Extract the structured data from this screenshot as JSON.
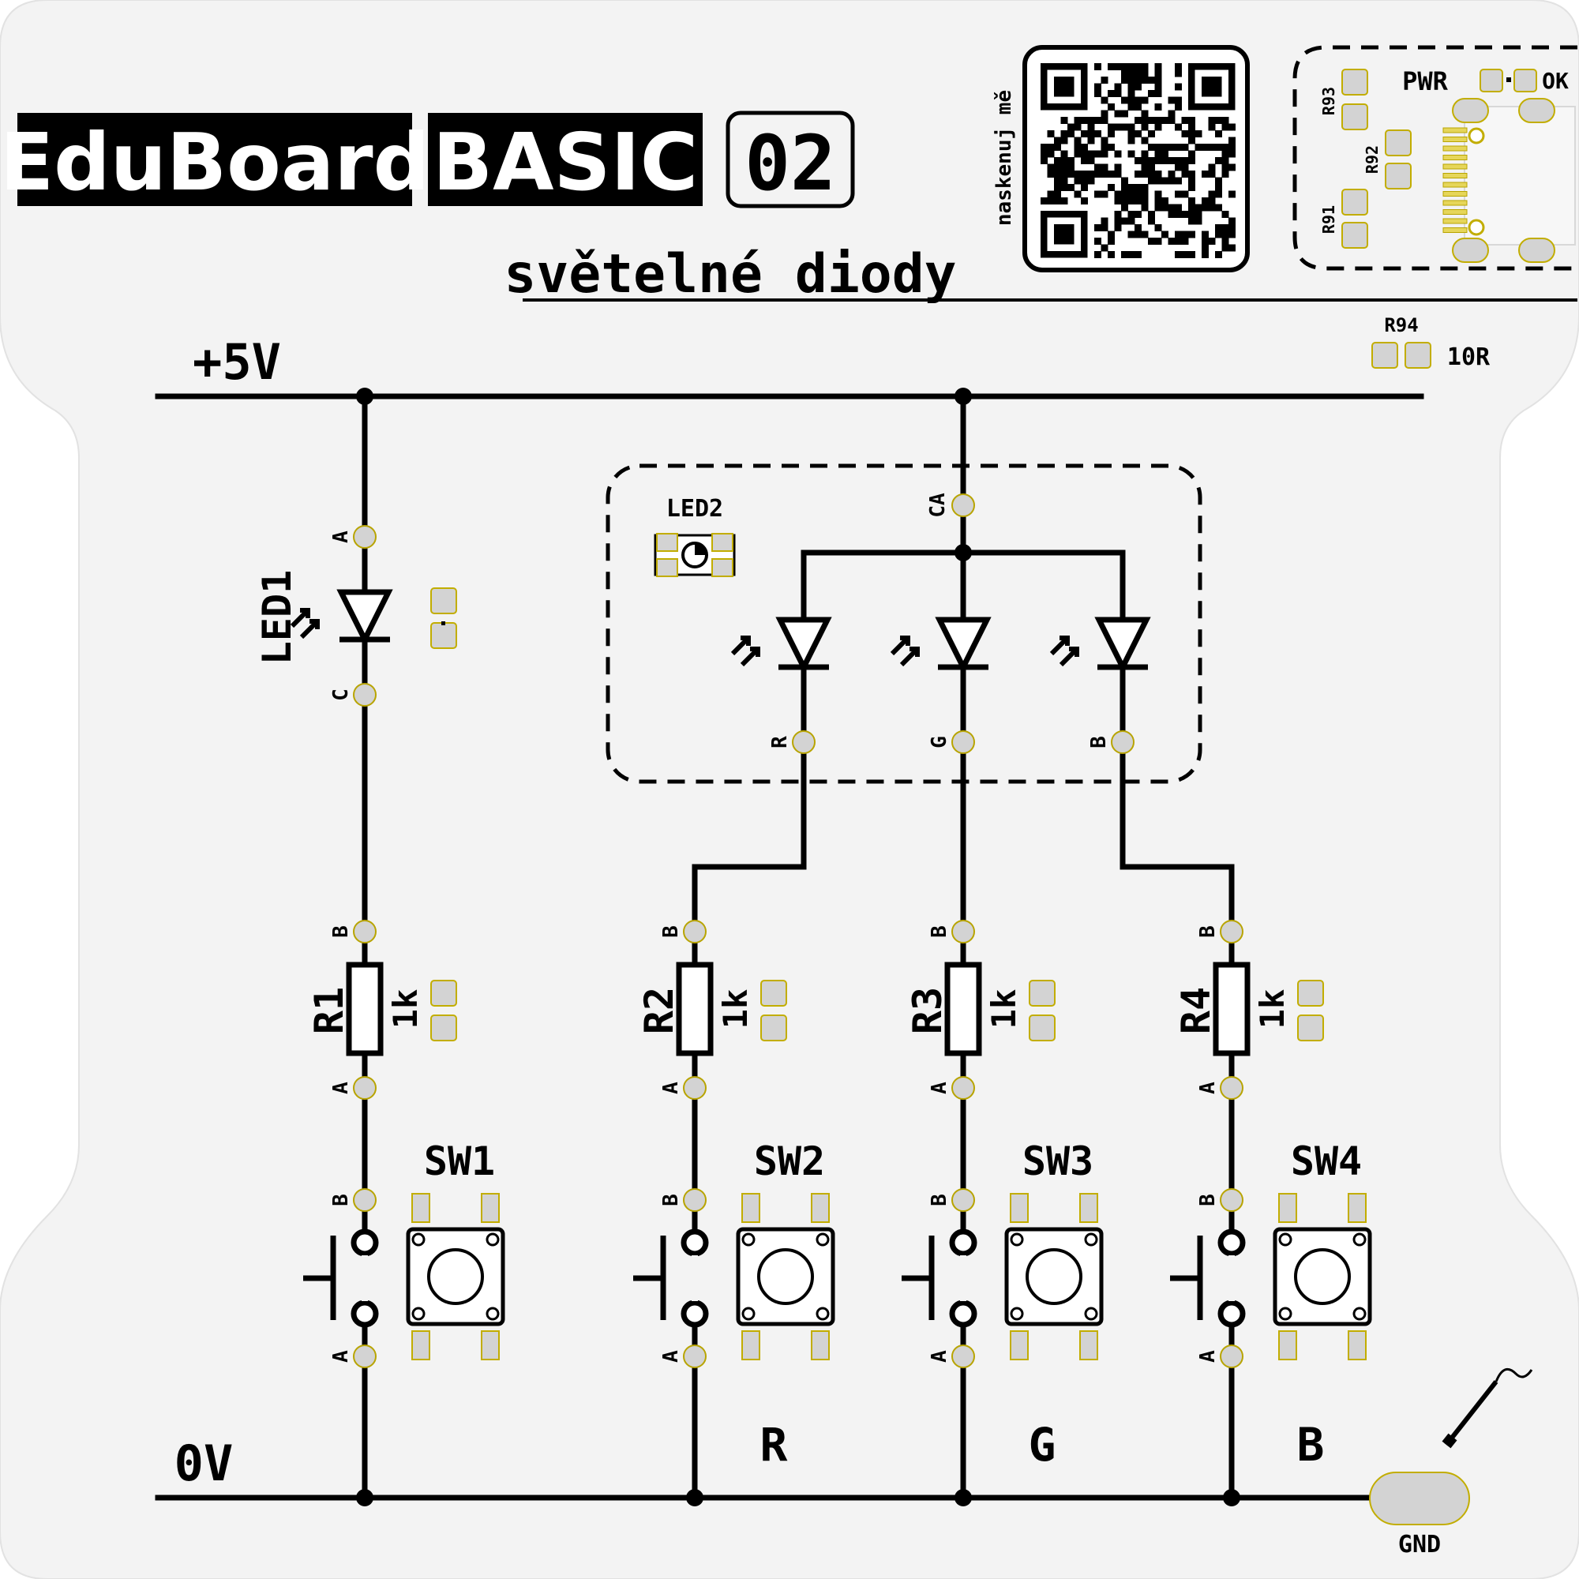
{
  "header": {
    "brand": "EduBoard",
    "series": "BASIC",
    "number": "02",
    "subtitle": "světelné diody",
    "qr_caption": "naskenuj mě"
  },
  "power_section": {
    "label": "PWR",
    "ok_label": "OK",
    "resistors": [
      "R93",
      "R92",
      "R91"
    ],
    "r94": {
      "name": "R94",
      "value": "10R"
    }
  },
  "rails": {
    "top": "+5V",
    "bottom": "0V"
  },
  "led1": {
    "name": "LED1",
    "anode": "A",
    "cathode": "C"
  },
  "led2": {
    "name": "LED2",
    "common": "CA",
    "pins": [
      "R",
      "G",
      "B"
    ]
  },
  "resistors": [
    {
      "name": "R1",
      "value": "1k",
      "pin_top": "B",
      "pin_bottom": "A"
    },
    {
      "name": "R2",
      "value": "1k",
      "pin_top": "B",
      "pin_bottom": "A"
    },
    {
      "name": "R3",
      "value": "1k",
      "pin_top": "B",
      "pin_bottom": "A"
    },
    {
      "name": "R4",
      "value": "1k",
      "pin_top": "B",
      "pin_bottom": "A"
    }
  ],
  "switches": [
    {
      "name": "SW1",
      "pin_top": "B",
      "pin_bottom": "A",
      "channel": ""
    },
    {
      "name": "SW2",
      "pin_top": "B",
      "pin_bottom": "A",
      "channel": "R"
    },
    {
      "name": "SW3",
      "pin_top": "B",
      "pin_bottom": "A",
      "channel": "G"
    },
    {
      "name": "SW4",
      "pin_top": "B",
      "pin_bottom": "A",
      "channel": "B"
    }
  ],
  "gnd_pad": "GND",
  "colors": {
    "ink": "#000000",
    "board": "#f3f3f3",
    "pad": "#d3d3d3",
    "pad_outline": "#c2ad00"
  }
}
